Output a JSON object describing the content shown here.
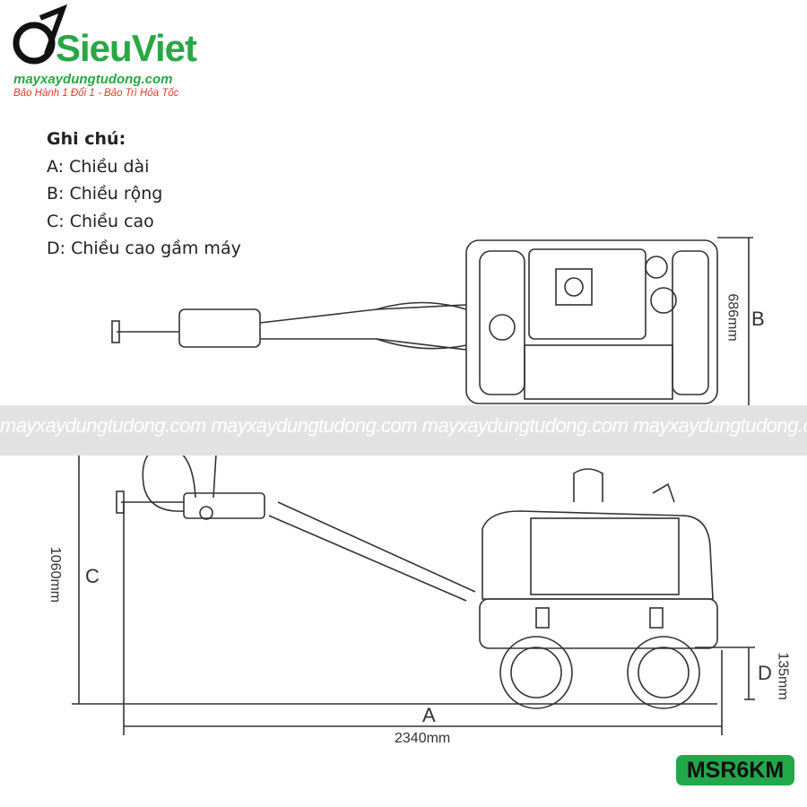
{
  "logo": {
    "name": "SieuViet",
    "site": "mayxaydungtudong.com",
    "slogan": "Bảo Hành 1 Đổi 1 - Bảo Trì Hỏa Tốc"
  },
  "notes": {
    "title": "Ghi chú:",
    "items": [
      "A: Chiều dài",
      "B: Chiều rộng",
      "C: Chiều cao",
      "D: Chiều cao gầm máy"
    ]
  },
  "watermark": "mayxaydungtudong.com mayxaydungtudong.com mayxaydungtudong.com mayxaydungtudong.com",
  "dimensions": {
    "A": {
      "letter": "A",
      "value": "2340mm"
    },
    "B": {
      "letter": "B",
      "value": "686mm"
    },
    "C": {
      "letter": "C",
      "value": "1060mm"
    },
    "D": {
      "letter": "D",
      "value": "135mm"
    }
  },
  "model": "MSR6KM",
  "colors": {
    "brand_green": "#27a844",
    "slogan_red": "#e03a2a"
  }
}
